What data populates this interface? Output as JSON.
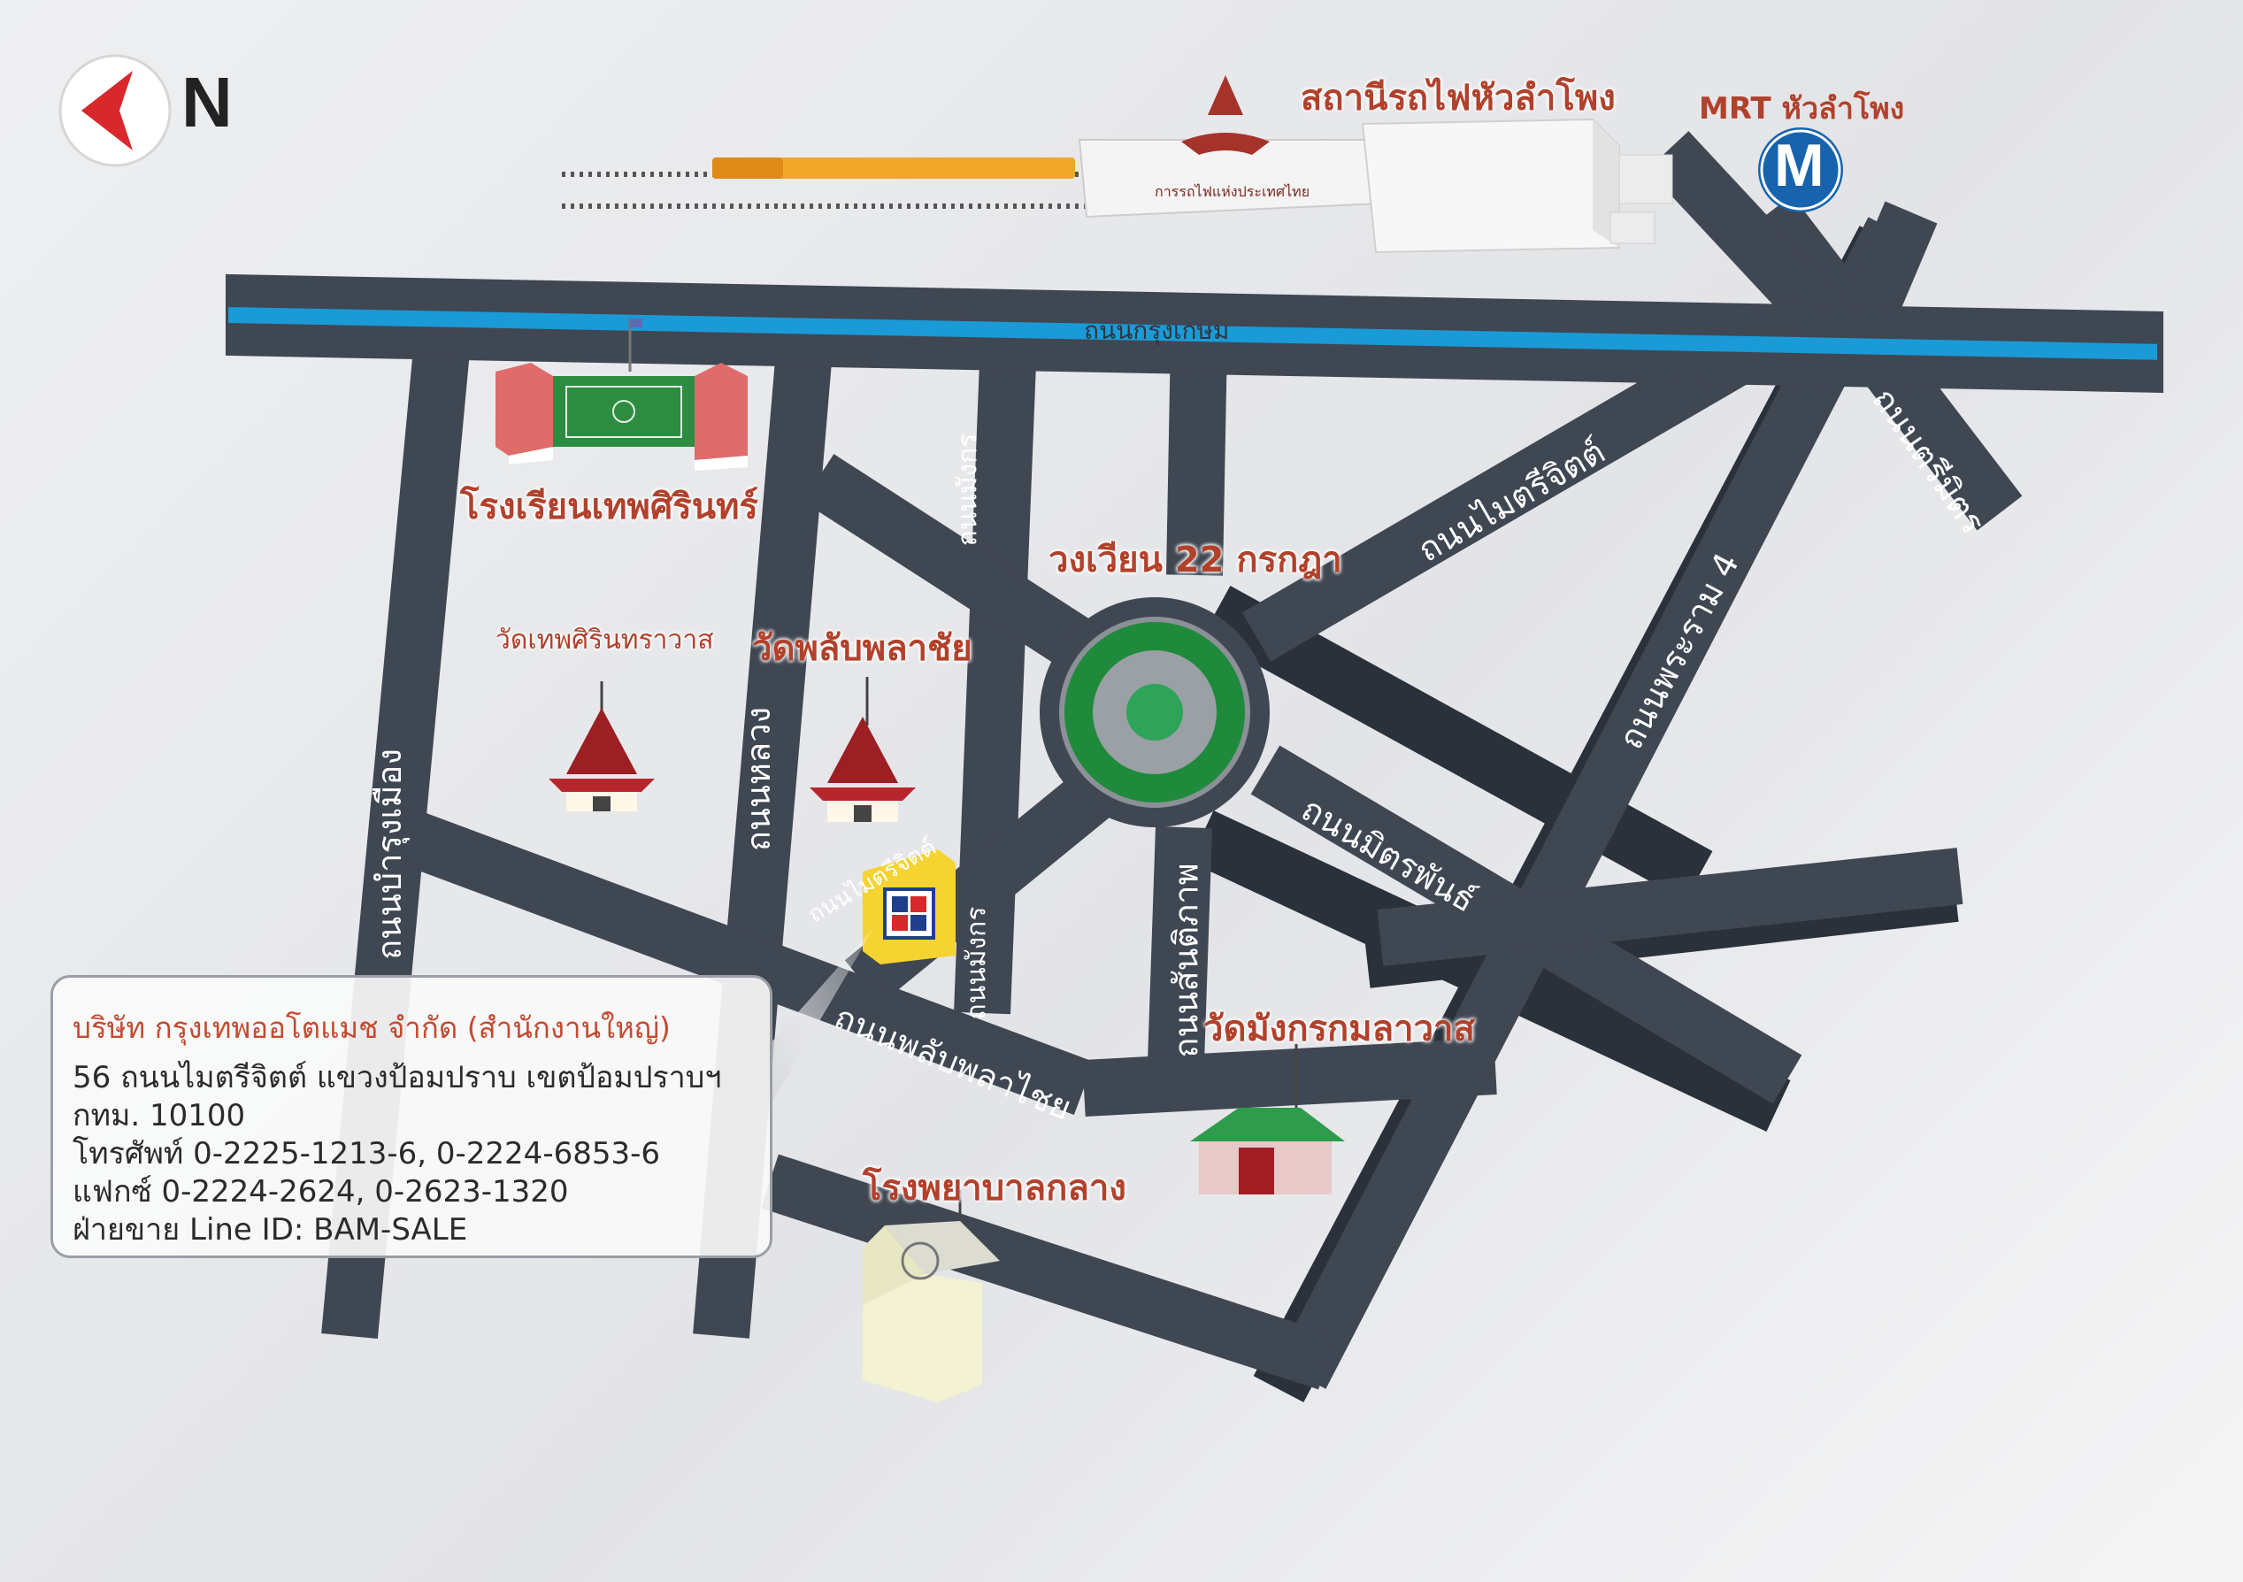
{
  "compass": {
    "letter": "N",
    "arrow_color": "#d8282b"
  },
  "landmarks": {
    "station": "สถานีรถไฟหัวลำโพง",
    "station_logo_caption": "การรถไฟแห่งประเทศไทย",
    "mrt_prefix": "MRT",
    "mrt_name": "หัวลำโพง",
    "mrt_icon_letter": "M",
    "school": "โรงเรียนเทพศิรินทร์",
    "wat_thepsirin": "วัดเทพศิรินทราวาส",
    "wat_phlapphla": "วัดพลับพลาชัย",
    "roundabout": "วงเวียน 22 กรกฎา",
    "wat_mangkon": "วัดมังกรกมลาวาส",
    "hospital": "โรงพยาบาลกลาง"
  },
  "roads": {
    "krung_kasem": "ถนนกรุงเกษม",
    "maitri_chit_main": "ถนนไมตรีจิตต์",
    "maitri_chit_small": "ถนนไมตรีจิตต์",
    "tri_mit": "ถนนตรีมิตร",
    "rama4": "ถนนพระราม 4",
    "mittraphan": "ถนนมิตรพันธ์",
    "santiphap": "ถนนสันติภาพ",
    "phlapphla_chai": "ถนนพลับพลาไชย",
    "luang": "ถนนหลวง",
    "bamrung_mueang": "ถนนบำรุงเมือง",
    "mangkon_upper": "ถนนมังกร",
    "mangkon_lower": "ถนนมังกร"
  },
  "info": {
    "title": "บริษัท กรุงเทพออโตแมช จำกัด (สำนักงานใหญ่)",
    "address1": "56 ถนนไมตรีจิตต์ แขวงป้อมปราบ เขตป้อมปราบฯ",
    "address2": "กทม. 10100",
    "phone": "โทรศัพท์ 0-2225-1213-6, 0-2224-6853-6",
    "fax": "แฟกซ์ 0-2224-2624, 0-2623-1320",
    "sales": "ฝ่ายขาย Line ID: BAM-SALE"
  },
  "colors": {
    "road": "#3f4753",
    "canal": "#1a9ad6",
    "accent": "#b2412b",
    "mrt": "#1763ad",
    "park": "#1f8a3c"
  }
}
